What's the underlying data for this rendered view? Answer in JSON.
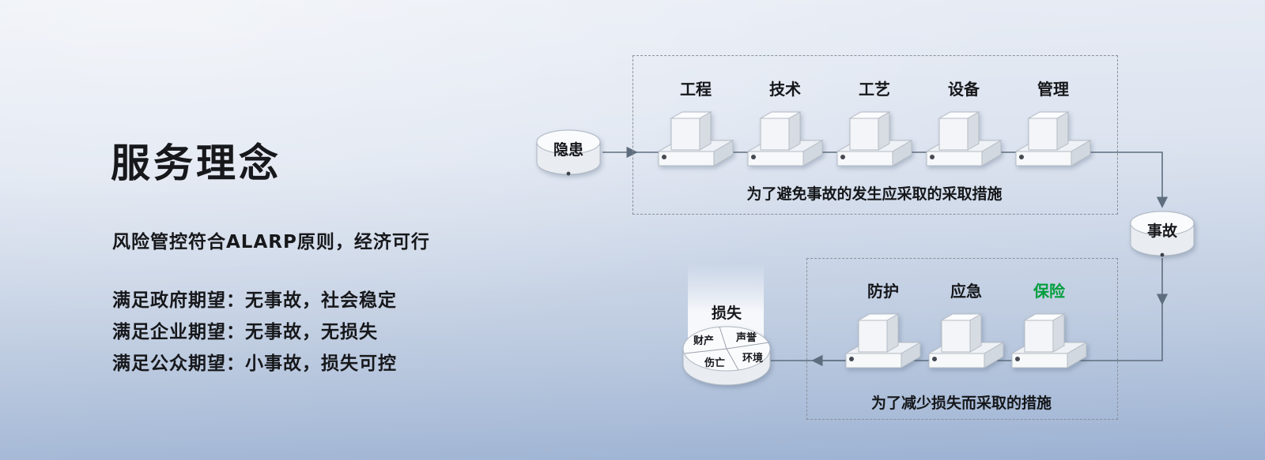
{
  "colors": {
    "insurance_green": "#009e3c",
    "arrow_gray": "#5e6e7f",
    "text_dark": "#15171a"
  },
  "left_panel": {
    "title": "服务理念",
    "subtitle": "风险管控符合ALARP原则，经济可行",
    "expectations": [
      "满足政府期望：无事故，社会稳定",
      "满足企业期望：无事故，无损失",
      "满足公众期望：小事故，损失可控"
    ]
  },
  "top_flow": {
    "source_label": "隐患",
    "barriers": [
      "工程",
      "技术",
      "工艺",
      "设备",
      "管理"
    ],
    "caption": "为了避免事故的发生应采取的采取措施",
    "result_label": "事故"
  },
  "bottom_flow": {
    "barriers": [
      {
        "label": "防护"
      },
      {
        "label": "应急"
      },
      {
        "label": "保险",
        "color": "#009e3c"
      }
    ],
    "caption": "为了减少损失而采取的措施",
    "loss": {
      "label": "损失",
      "segments": [
        "财产",
        "声誉",
        "伤亡",
        "环境"
      ]
    }
  }
}
